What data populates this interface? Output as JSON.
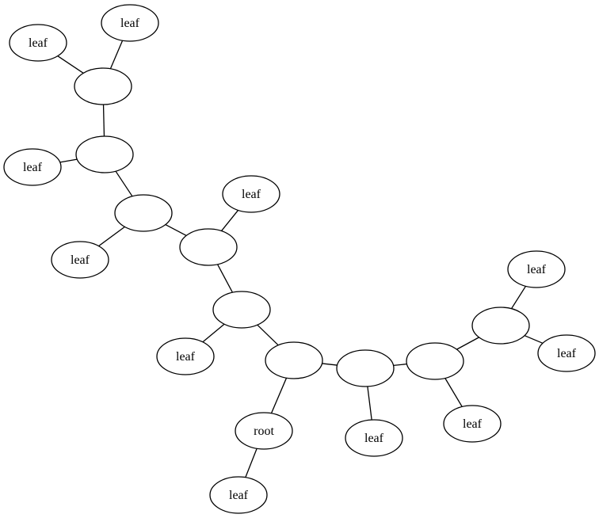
{
  "diagram": {
    "type": "tree",
    "stroke_color": "#000000",
    "fill_color": "#ffffff",
    "nodes": [
      {
        "id": "n1",
        "label": ""
      },
      {
        "id": "n2",
        "label": "leaf"
      },
      {
        "id": "n3",
        "label": "leaf"
      },
      {
        "id": "n4",
        "label": ""
      },
      {
        "id": "n5",
        "label": "leaf"
      },
      {
        "id": "n6",
        "label": ""
      },
      {
        "id": "n7",
        "label": "leaf"
      },
      {
        "id": "n8",
        "label": ""
      },
      {
        "id": "n9",
        "label": "leaf"
      },
      {
        "id": "n10",
        "label": ""
      },
      {
        "id": "n11",
        "label": "leaf"
      },
      {
        "id": "n12",
        "label": ""
      },
      {
        "id": "n13",
        "label": "root"
      },
      {
        "id": "n14",
        "label": "leaf"
      },
      {
        "id": "n15",
        "label": ""
      },
      {
        "id": "n16",
        "label": "leaf"
      },
      {
        "id": "n17",
        "label": ""
      },
      {
        "id": "n18",
        "label": "leaf"
      },
      {
        "id": "n19",
        "label": ""
      },
      {
        "id": "n20",
        "label": "leaf"
      },
      {
        "id": "n21",
        "label": "leaf"
      }
    ],
    "edges": [
      [
        "n1",
        "n2"
      ],
      [
        "n1",
        "n3"
      ],
      [
        "n1",
        "n4"
      ],
      [
        "n4",
        "n5"
      ],
      [
        "n4",
        "n6"
      ],
      [
        "n6",
        "n7"
      ],
      [
        "n6",
        "n8"
      ],
      [
        "n8",
        "n9"
      ],
      [
        "n8",
        "n10"
      ],
      [
        "n10",
        "n11"
      ],
      [
        "n10",
        "n12"
      ],
      [
        "n12",
        "n13"
      ],
      [
        "n13",
        "n14"
      ],
      [
        "n12",
        "n15"
      ],
      [
        "n15",
        "n16"
      ],
      [
        "n15",
        "n17"
      ],
      [
        "n17",
        "n18"
      ],
      [
        "n17",
        "n19"
      ],
      [
        "n19",
        "n20"
      ],
      [
        "n19",
        "n21"
      ]
    ]
  }
}
